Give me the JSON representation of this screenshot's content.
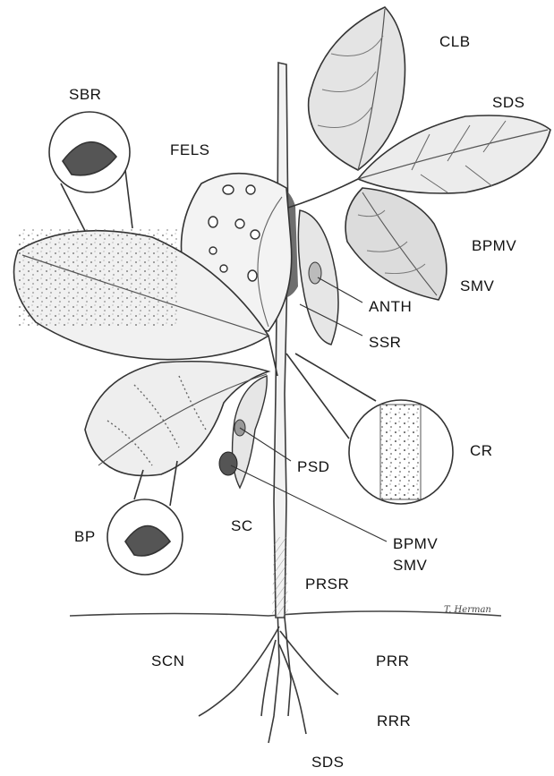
{
  "labels": {
    "clb": "CLB",
    "sds_leaf": "SDS",
    "sbr": "SBR",
    "fels": "FELS",
    "bpmv_top": "BPMV",
    "smv_top": "SMV",
    "anth": "ANTH",
    "ssr": "SSR",
    "cr": "CR",
    "psd": "PSD",
    "bp": "BP",
    "sc": "SC",
    "bpmv_pod": "BPMV",
    "smv_pod": "SMV",
    "prsr": "PRSR",
    "scn": "SCN",
    "prr": "PRR",
    "rrr": "RRR",
    "sds_root": "SDS"
  },
  "signature": "T. Herman",
  "colors": {
    "ink": "#3a3a3a",
    "shade": "#6d6d6d",
    "paper": "#ffffff"
  }
}
